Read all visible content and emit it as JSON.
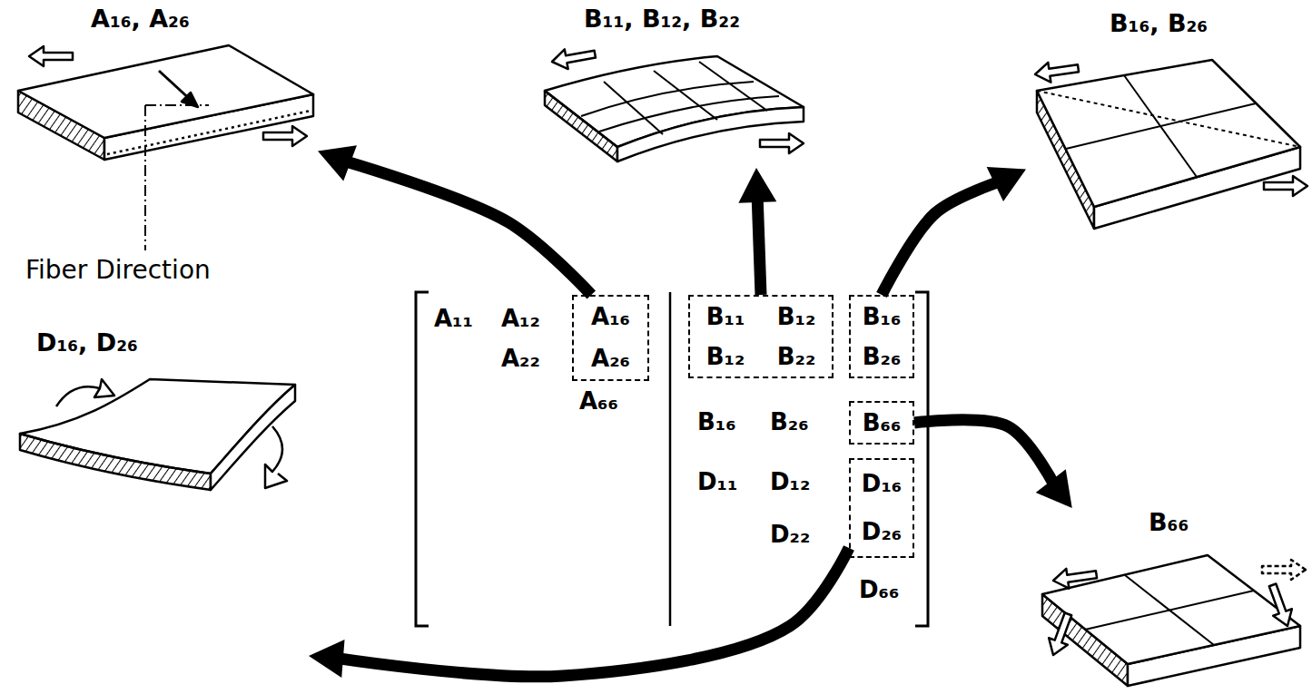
{
  "diagram": {
    "nodes": [
      {
        "text": [
          "A₁₆, A₂₆"
        ]
      },
      {
        "text": [
          "B₁₁, B₁₂, B₂₂"
        ]
      },
      {
        "text": [
          "B₁₆, B₂₆"
        ]
      },
      {
        "text": [
          "A₁₆",
          "A₂₆"
        ]
      },
      {
        "text": [
          "B₁₁",
          "B₁₂",
          "B₁₂",
          "B₂₂"
        ]
      },
      {
        "text": [
          "B₁₆",
          "B₂₆"
        ]
      },
      {
        "text": [
          "B₆₆"
        ]
      },
      {
        "text": [
          "D₁₆",
          "D₂₆"
        ]
      },
      {
        "text": [
          "D₁₆, D₂₆"
        ]
      },
      {
        "text": [
          "B₆₆"
        ]
      }
    ],
    "edges": [
      {
        "from": 3,
        "to": 0,
        "arrow": "to"
      },
      {
        "from": 4,
        "to": 1,
        "arrow": "to"
      },
      {
        "from": 5,
        "to": 2,
        "arrow": "to"
      },
      {
        "from": 6,
        "to": 9,
        "arrow": "to"
      },
      {
        "from": 7,
        "to": 8,
        "arrow": "to"
      }
    ],
    "labels": [
      "Fiber Direction",
      "A₁₁",
      "A₁₂",
      "A₂₂",
      "A₆₆",
      "B₁₆",
      "B₂₆",
      "D₁₁",
      "D₁₂",
      "D₂₂",
      "D₆₆"
    ]
  }
}
